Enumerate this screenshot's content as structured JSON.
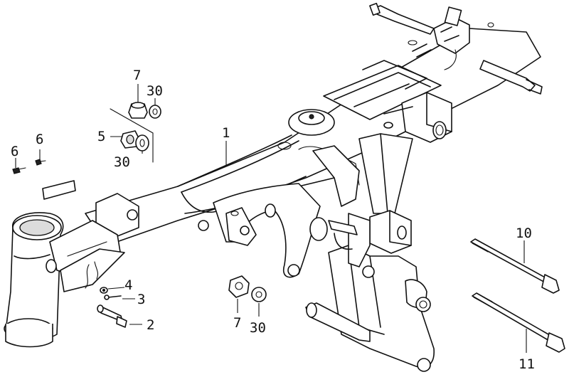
{
  "callouts": [
    {
      "id": "c1",
      "label": "1"
    },
    {
      "id": "c2",
      "label": "2"
    },
    {
      "id": "c3",
      "label": "3"
    },
    {
      "id": "c4",
      "label": "4"
    },
    {
      "id": "c5",
      "label": "5"
    },
    {
      "id": "c6a",
      "label": "6"
    },
    {
      "id": "c6b",
      "label": "6"
    },
    {
      "id": "c7a",
      "label": "7"
    },
    {
      "id": "c7b",
      "label": "7"
    },
    {
      "id": "c30a",
      "label": "30"
    },
    {
      "id": "c30b",
      "label": "30"
    },
    {
      "id": "c30c",
      "label": "30"
    },
    {
      "id": "c10",
      "label": "10"
    },
    {
      "id": "c11",
      "label": "11"
    }
  ]
}
